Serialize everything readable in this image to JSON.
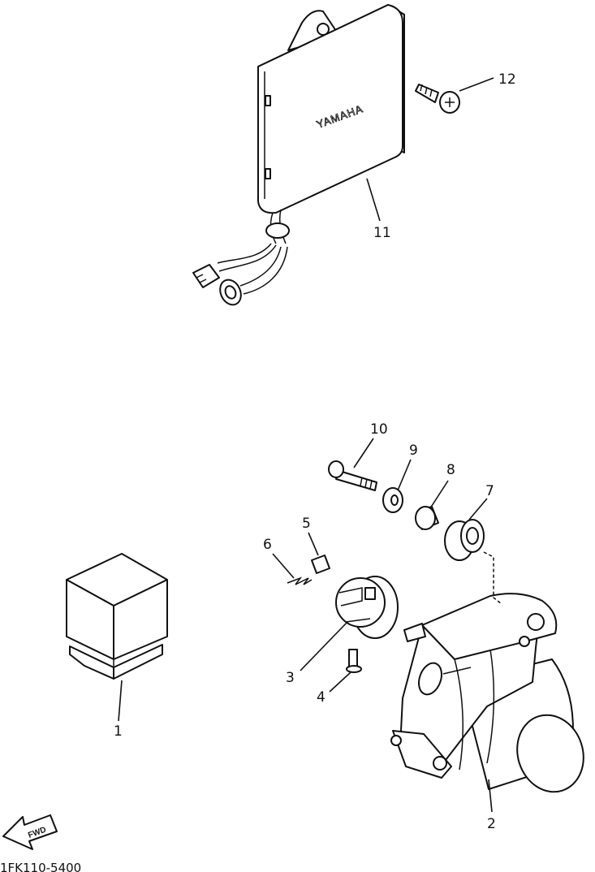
{
  "diagram": {
    "drawing_code": "1FK110-5400",
    "brand_mark": "YAMAHA",
    "forward_arrow_label": "FWD",
    "callouts": [
      {
        "num": "1",
        "part": "relay"
      },
      {
        "num": "2",
        "part": "starter-motor-housing"
      },
      {
        "num": "3",
        "part": "brush-plate"
      },
      {
        "num": "4",
        "part": "screw"
      },
      {
        "num": "5",
        "part": "brush"
      },
      {
        "num": "6",
        "part": "spring"
      },
      {
        "num": "7",
        "part": "grommet"
      },
      {
        "num": "8",
        "part": "collar"
      },
      {
        "num": "9",
        "part": "washer"
      },
      {
        "num": "10",
        "part": "bolt"
      },
      {
        "num": "11",
        "part": "ignitor-unit"
      },
      {
        "num": "12",
        "part": "screw"
      }
    ]
  }
}
